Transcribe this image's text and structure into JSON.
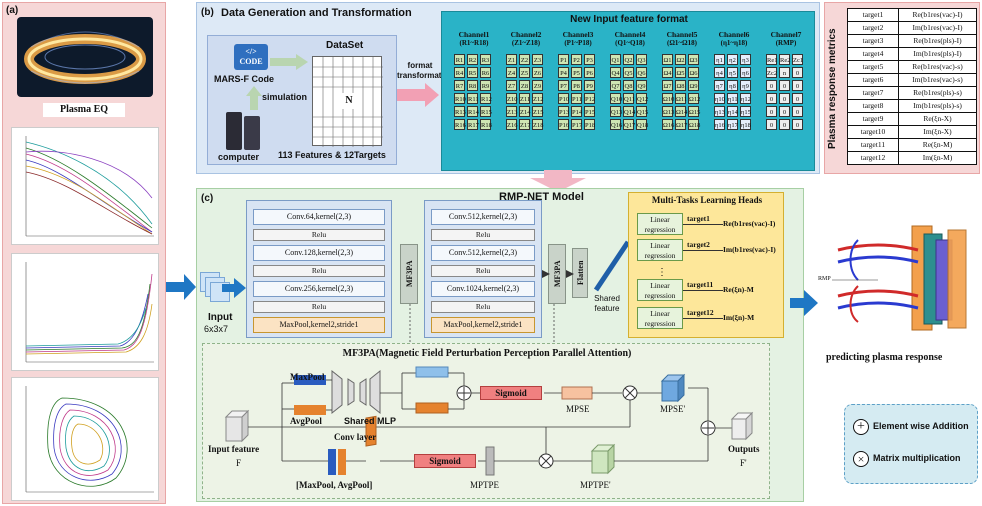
{
  "panel_a": {
    "tag": "(a)",
    "eq_label": "Plasma EQ"
  },
  "panel_b": {
    "tag": "(b)",
    "title": "Data Generation and Transformation",
    "code_label": "CODE",
    "mars_label": "MARS-F Code",
    "simulation_label": "simulation",
    "computer_label": "computer",
    "dataset_title": "DataSet",
    "dataset_n": "N",
    "features_label": "113 Features & 12Targets",
    "format_label": "format\ntransformation",
    "new_format_title": "New Input feature format",
    "channels": [
      {
        "name": "Channel1",
        "range": "(R1~R18)",
        "prefix": "R"
      },
      {
        "name": "Channel2",
        "range": "(Z1~Z18)",
        "prefix": "Z"
      },
      {
        "name": "Channel3",
        "range": "(P1~P18)",
        "prefix": "P"
      },
      {
        "name": "Channel4",
        "range": "(Q1~Q18)",
        "prefix": "Q"
      },
      {
        "name": "Channel5",
        "range": "(Ω1~Ω18)",
        "prefix": "Ω"
      },
      {
        "name": "Channel6",
        "range": "(η1~η18)",
        "prefix": "η"
      },
      {
        "name": "Channel7",
        "range": "(RMP)",
        "prefix": ""
      }
    ],
    "channel7_row1": [
      "Re1",
      "Re2",
      "Zc1"
    ],
    "channel7_row2": [
      "Zc2",
      "n",
      "0"
    ]
  },
  "metrics": {
    "title": "Plasma response metrics",
    "rows": [
      {
        "name": "target1",
        "value": "Re(b1res(vac)-I)"
      },
      {
        "name": "target2",
        "value": "Im(b1res(vac)-I)"
      },
      {
        "name": "target3",
        "value": "Re(b1res(pls)-I)"
      },
      {
        "name": "target4",
        "value": "Im(b1res(pls)-I)"
      },
      {
        "name": "target5",
        "value": "Re(b1res(vac)-s)"
      },
      {
        "name": "target6",
        "value": "Im(b1res(vac)-s)"
      },
      {
        "name": "target7",
        "value": "Re(b1res(pls)-s)"
      },
      {
        "name": "target8",
        "value": "Im(b1res(pls)-s)"
      },
      {
        "name": "target9",
        "value": "Re(ξn-X)"
      },
      {
        "name": "target10",
        "value": "Im(ξn-X)"
      },
      {
        "name": "target11",
        "value": "Re(ξn-M)"
      },
      {
        "name": "target12",
        "value": "Im(ξn-M)"
      }
    ]
  },
  "panel_c": {
    "tag": "(c)",
    "title": "RMP-NET Model",
    "input_label": "Input",
    "input_dims": "6x3x7",
    "block1": [
      "Conv.64,kernel(2,3)",
      "Relu",
      "Conv.128,kernel(2,3)",
      "Relu",
      "Conv.256,kernel(2,3)",
      "Relu",
      "MaxPool,kernel2,stride1"
    ],
    "block2": [
      "Conv.512,kernel(2,3)",
      "Relu",
      "Conv.512,kernel(2,3)",
      "Relu",
      "Conv.1024,kernel(2,3)",
      "Relu",
      "MaxPool,kernel2,stride1"
    ],
    "mf3pa_label": "MF3PA",
    "flatten_label": "Flatten",
    "shared_feature": "Shared\nfeature",
    "heads_title": "Multi-Tasks Learning Heads",
    "heads": [
      {
        "box": "Linear\nregression",
        "target": "target1",
        "out": "Re(b1res(vac)-I)"
      },
      {
        "box": "Linear\nregression",
        "target": "target2",
        "out": "Im(b1res(vac)-I)"
      },
      {
        "box": "Linear\nregression",
        "target": "target11",
        "out": "Re(ξn)-M"
      },
      {
        "box": "Linear\nregression",
        "target": "target12",
        "out": "Im(ξn)-M"
      }
    ]
  },
  "mf3pa": {
    "title": "MF3PA(Magnetic Field Perturbation Perception Parallel Attention)",
    "maxpool": "MaxPool",
    "avgpool": "AvgPool",
    "shared_mlp": "Shared MLP",
    "sigmoid": "Sigmoid",
    "m_pse": "MPSE",
    "m_pse_prime": "MPSE'",
    "input_feature": "Input feature",
    "f": "F",
    "conv_layer": "Conv layer",
    "concat": "[MaxPool, AvgPool]",
    "m_ptpe": "MPTPE",
    "m_ptpe_prime": "MPTPE'",
    "outputs": "Outputs",
    "f_prime": "F'"
  },
  "right": {
    "predict_label": "predicting plasma response",
    "rmp_label": "RMP"
  },
  "legend": {
    "add": "Element wise Addition",
    "mult": "Matrix multiplication"
  },
  "colors": {
    "arrow_blue": "#1f77c4",
    "pink_arrow": "#f2a0b4",
    "sigmoid": "#f08080",
    "cyan": "#2ab3c7"
  }
}
